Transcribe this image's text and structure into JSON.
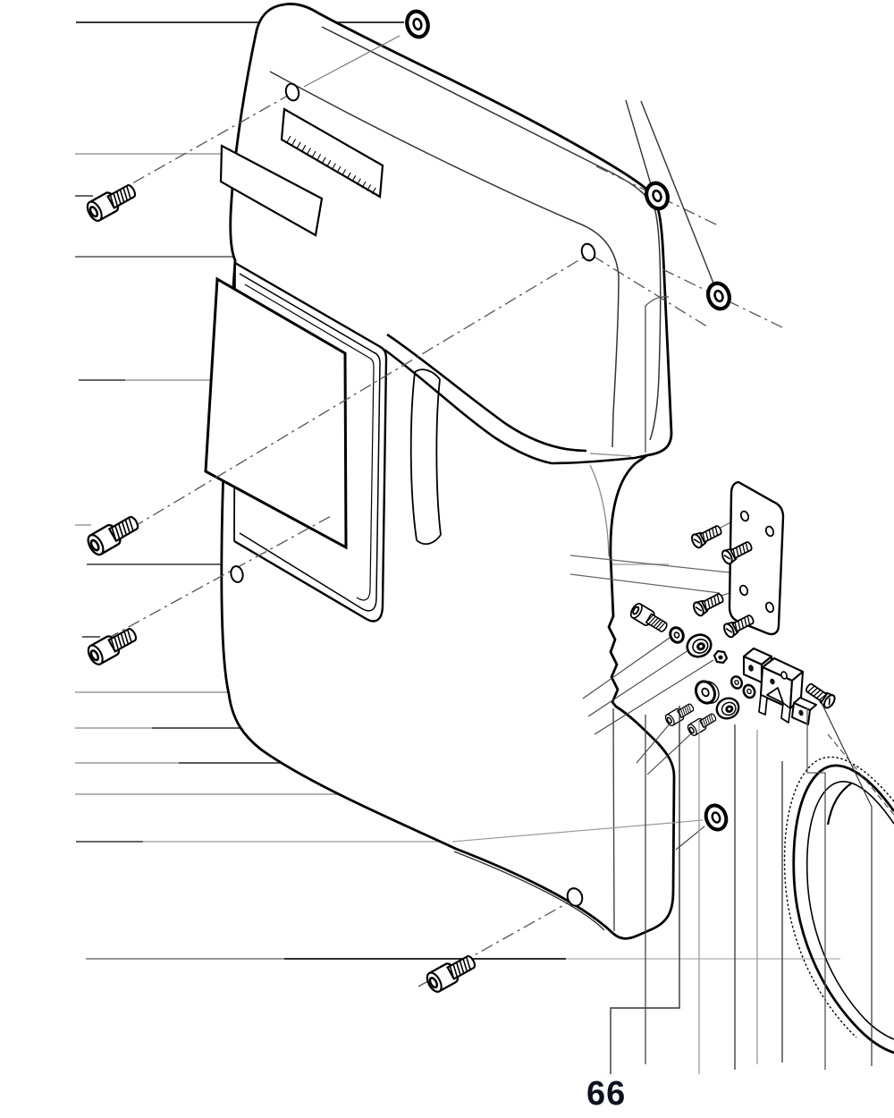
{
  "diagram": {
    "kind": "exploded-parts-diagram",
    "page_number": "66",
    "colors": {
      "background": "#ffffff",
      "outline": "#000000",
      "leader_gray": "#999999",
      "leader_dark": "#222222",
      "callout_text": "#0d1220"
    },
    "parts": [
      "side-cover-panel",
      "cover-window-frame",
      "window-glass-panel",
      "label-plate",
      "vent-slot",
      "socket-head-screw-upper",
      "socket-head-screw-middle",
      "socket-head-screw-lower",
      "socket-head-screw-bottom",
      "grommet-washer-top",
      "grommet-washer-right-1",
      "grommet-washer-right-2",
      "grommet-washer-lower",
      "mounting-bracket-plate",
      "bracket-screw-1",
      "bracket-screw-2",
      "bracket-screw-3",
      "bracket-screw-4",
      "cluster-screw",
      "flat-washer",
      "ball-bearing",
      "hex-nut",
      "tension-block-a",
      "tension-block-b",
      "small-block",
      "set-screw",
      "flanged-bushing",
      "ball-bearing-2",
      "drive-belt"
    ]
  }
}
